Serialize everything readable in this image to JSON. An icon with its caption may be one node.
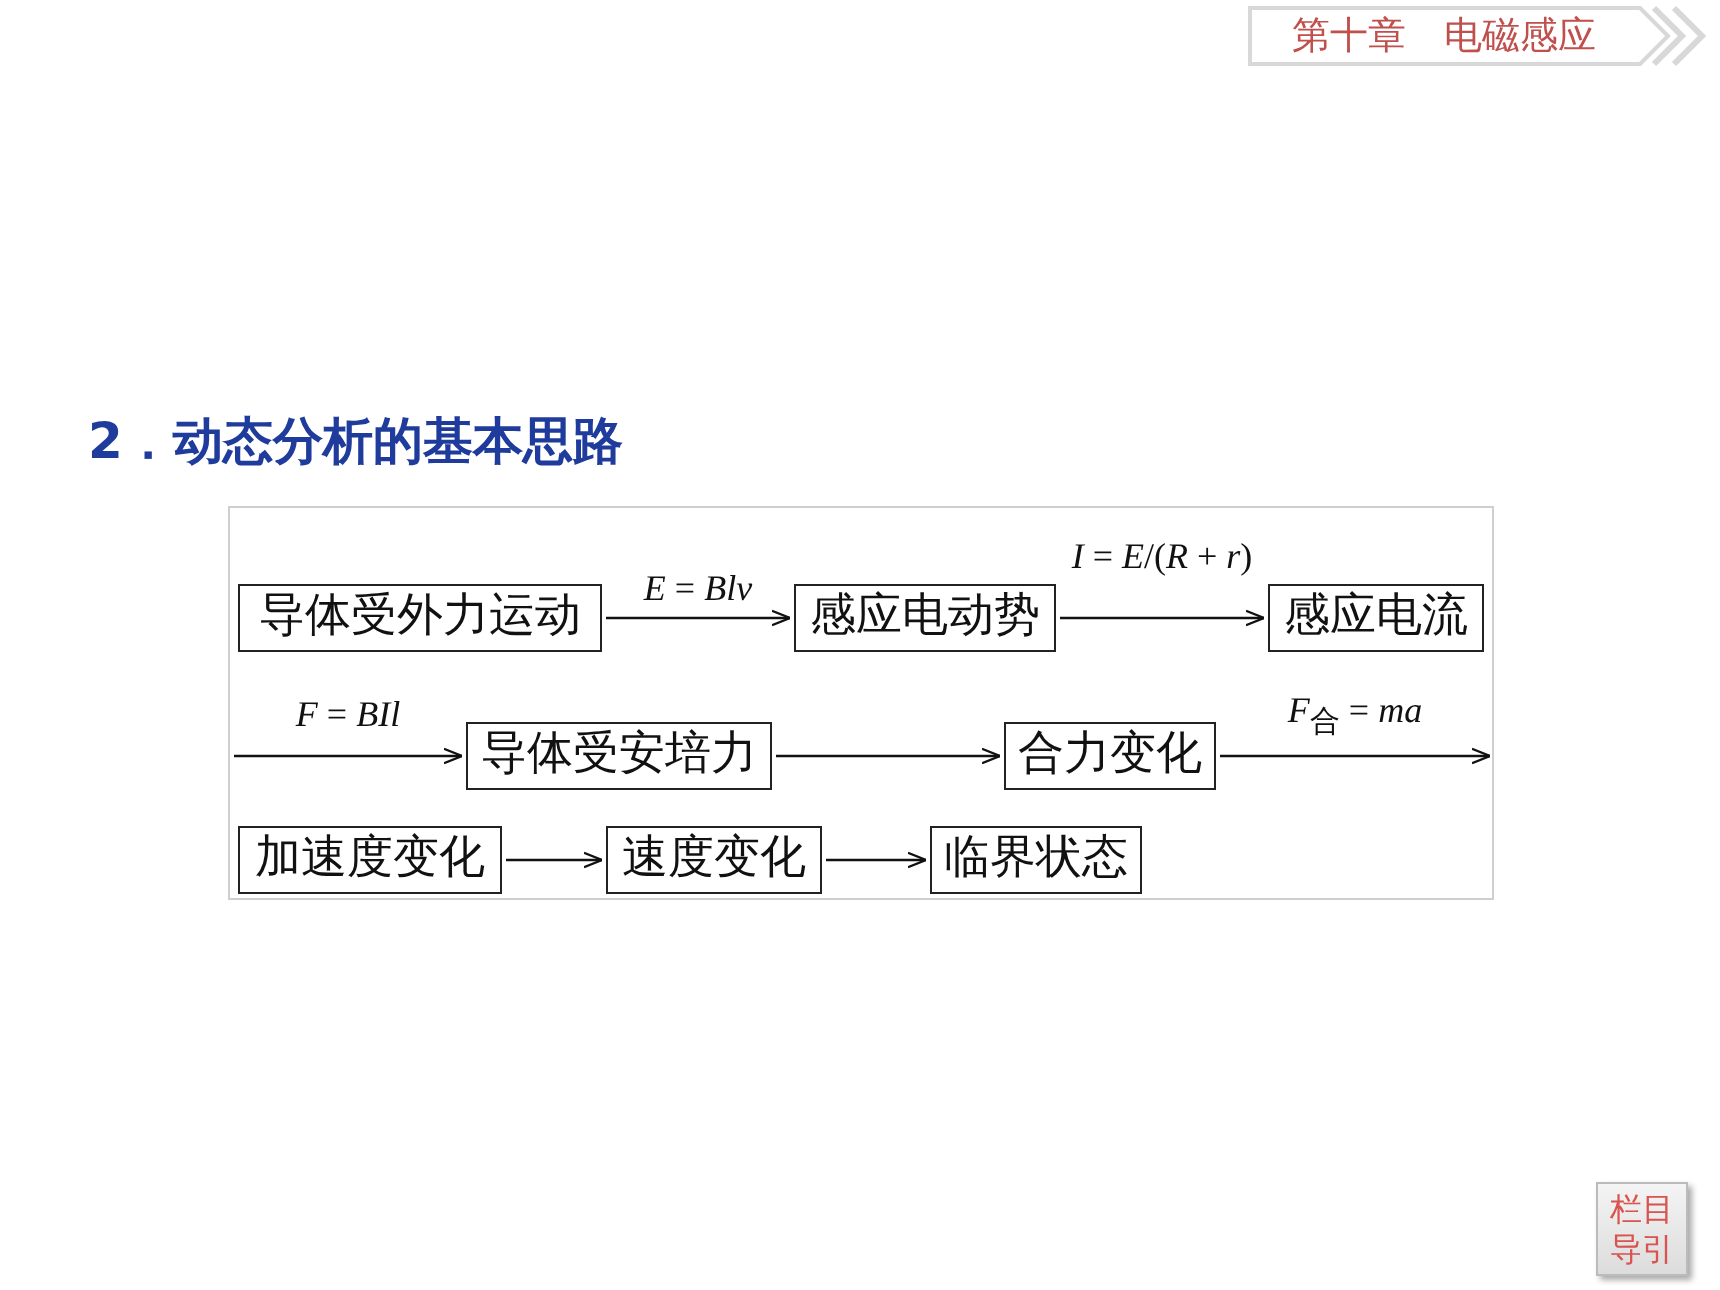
{
  "diagram": {
    "title": "2．动态分析的基本思路",
    "nodes": [
      {
        "text": [
          "导体受外力运动"
        ]
      },
      {
        "text": [
          "感应电动势"
        ]
      },
      {
        "text": [
          "感应电流"
        ]
      },
      {
        "text": [
          "导体受安培力"
        ]
      },
      {
        "text": [
          "合力变化"
        ]
      },
      {
        "text": [
          "加速度变化"
        ]
      },
      {
        "text": [
          "速度变化"
        ]
      },
      {
        "text": [
          "临界状态"
        ]
      }
    ],
    "edges": [
      {
        "from": 0,
        "to": 1,
        "arrow": "to",
        "label": "*E* = *Blv*"
      },
      {
        "from": 1,
        "to": 2,
        "arrow": "to",
        "label": "*I* = *E*/(*R* + *r*)"
      },
      {
        "from": null,
        "to": 3,
        "arrow": "to",
        "label": "*F* = *BIl*"
      },
      {
        "from": 3,
        "to": 4,
        "arrow": "to"
      },
      {
        "from": 4,
        "to": null,
        "arrow": "to",
        "label": "*F*$_{合}$ = *ma*"
      },
      {
        "from": 5,
        "to": 6,
        "arrow": "to"
      },
      {
        "from": 6,
        "to": 7,
        "arrow": "to"
      }
    ],
    "labels": [
      "第十章　电磁感应",
      "栏目导引"
    ]
  }
}
